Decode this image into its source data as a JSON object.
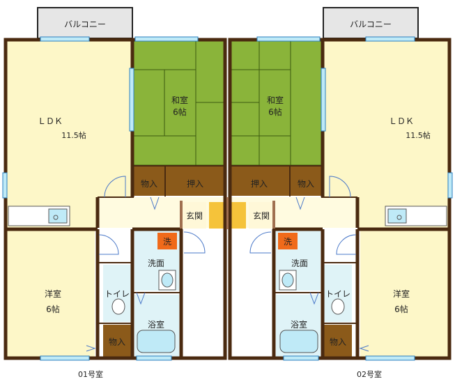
{
  "plan": {
    "left_unit": {
      "balcony": "バルコニー",
      "ldk": "ＬＤＫ",
      "ldk_size": "11.5帖",
      "washitsu": "和室",
      "washitsu_size": "6帖",
      "storage_closet": "物入",
      "oshiire": "押入",
      "genkan": "玄関",
      "washer": "洗",
      "washroom": "洗面",
      "yoshitsu": "洋室",
      "yoshitsu_size": "6帖",
      "toilet": "トイレ",
      "bath": "浴室",
      "storage_small": "物入",
      "unit_label": "01号室"
    },
    "right_unit": {
      "balcony": "バルコニー",
      "ldk": "ＬＤＫ",
      "ldk_size": "11.5帖",
      "washitsu": "和室",
      "washitsu_size": "6帖",
      "storage_closet": "物入",
      "oshiire": "押入",
      "genkan": "玄関",
      "washer": "洗",
      "washroom": "洗面",
      "yoshitsu": "洋室",
      "yoshitsu_size": "6帖",
      "toilet": "トイレ",
      "bath": "浴室",
      "storage_small": "物入",
      "unit_label": "02号室"
    },
    "colors": {
      "room": "#fdf7c8",
      "tatami": "#8ab43a",
      "storage": "#8b5a1a",
      "genkan": "#f5c33a",
      "bath": "#dff3f7",
      "washer": "#f06a1a",
      "balcony": "#e6e6e6",
      "wall": "#4a2a10"
    }
  }
}
